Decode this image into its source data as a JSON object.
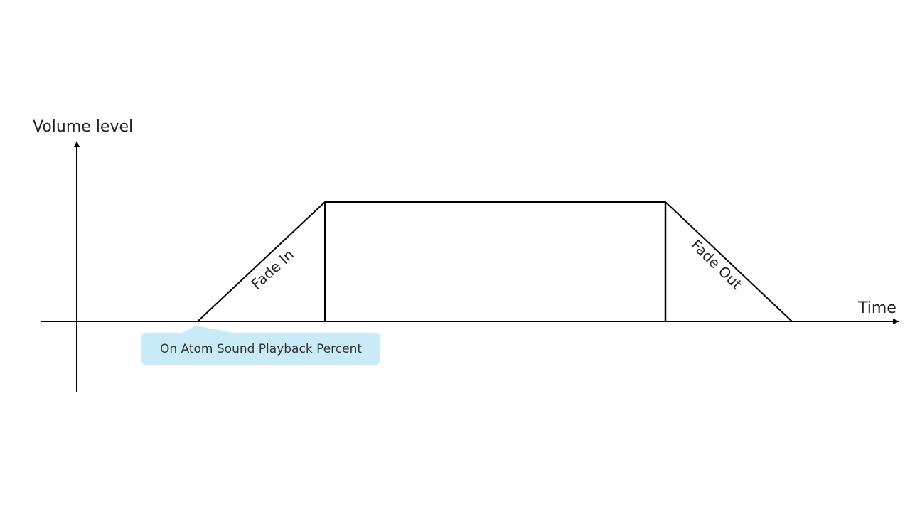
{
  "axes": {
    "y_label": "Volume level",
    "x_label": "Time"
  },
  "phases": {
    "fade_in": "Fade In",
    "fade_out": "Fade Out"
  },
  "callout": {
    "text": "On Atom Sound Playback Percent",
    "fill_color": "#c9ebf7"
  },
  "line_color": "#000000"
}
